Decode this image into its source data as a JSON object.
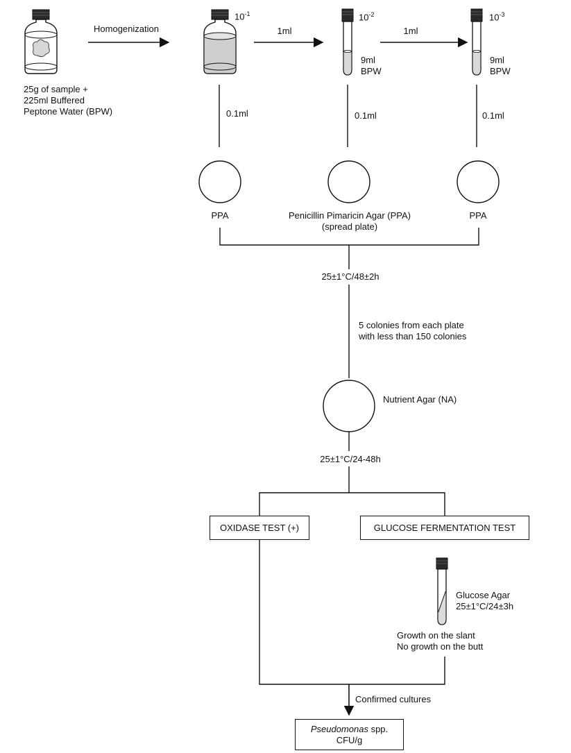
{
  "start": {
    "label_line1": "25g of sample +",
    "label_line2": "225ml Buffered",
    "label_line3": "Peptone Water (BPW)"
  },
  "arrows": {
    "homogenization": "Homogenization",
    "transfer1": "1ml",
    "transfer2": "1ml"
  },
  "dilutions": [
    {
      "base": "10",
      "exp": "-1"
    },
    {
      "base": "10",
      "exp": "-2",
      "volume": "9ml",
      "medium": "BPW"
    },
    {
      "base": "10",
      "exp": "-3",
      "volume": "9ml",
      "medium": "BPW"
    }
  ],
  "inoculum": [
    "0.1ml",
    "0.1ml",
    "0.1ml"
  ],
  "plates": {
    "left": "PPA",
    "center_line1": "Penicillin Pimaricin Agar (PPA)",
    "center_line2": "(spread plate)",
    "right": "PPA"
  },
  "incubation1": "25±1°C/48±2h",
  "colony_pick": {
    "line1": "5 colonies from each plate",
    "line2": "with less than 150 colonies"
  },
  "nutrient_agar": "Nutrient Agar (NA)",
  "incubation2": "25±1°C/24-48h",
  "tests": {
    "oxidase": "OXIDASE TEST (+)",
    "glucose": "GLUCOSE FERMENTATION TEST"
  },
  "glucose_agar": {
    "name": "Glucose Agar",
    "incubation": "25±1°C/24±3h",
    "result_line1": "Growth on the slant",
    "result_line2": "No growth on the butt"
  },
  "confirmed": "Confirmed cultures",
  "result": {
    "organism": "Pseudomonas",
    "suffix": " spp.",
    "unit": "CFU/g"
  }
}
